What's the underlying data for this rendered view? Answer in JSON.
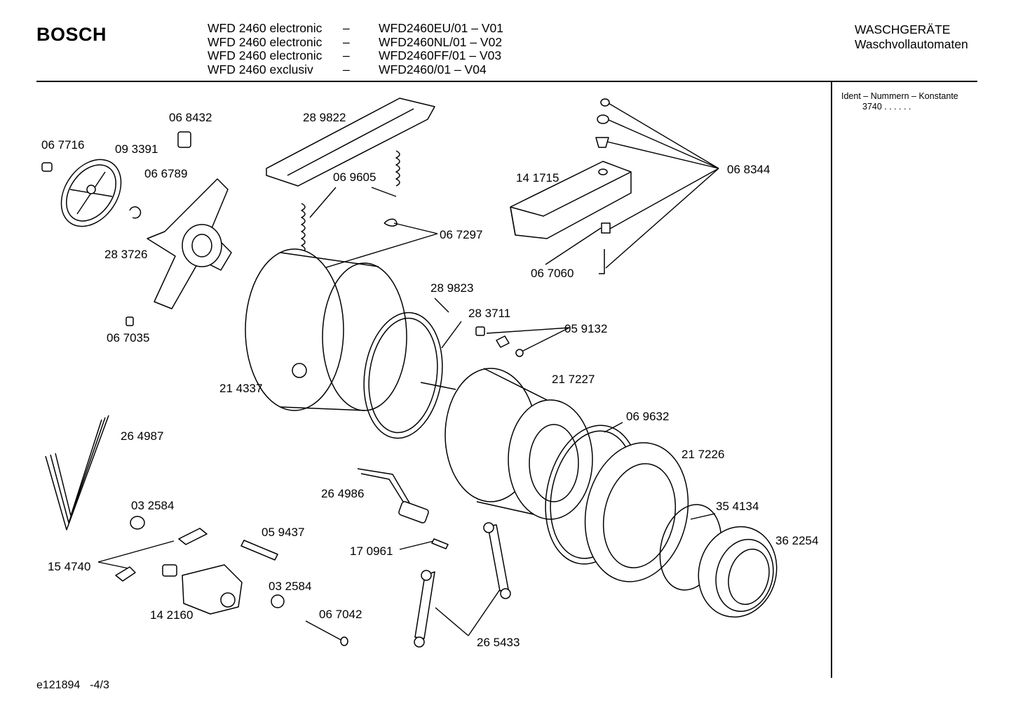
{
  "header": {
    "brand": "BOSCH",
    "models": [
      {
        "name": "WFD 2460 electronic",
        "dash": "–",
        "code": "WFD2460EU/01 – V01"
      },
      {
        "name": "WFD 2460 electronic",
        "dash": "–",
        "code": "WFD2460NL/01 – V02"
      },
      {
        "name": "WFD 2460 electronic",
        "dash": "–",
        "code": "WFD2460FF/01 – V03"
      },
      {
        "name": "WFD 2460 exclusiv",
        "dash": "–",
        "code": "WFD2460/01 – V04"
      }
    ],
    "category_line1": "WASCHGERÄTE",
    "category_line2": "Waschvollautomaten"
  },
  "sidebar": {
    "ident_title": "Ident – Nummern – Konstante",
    "ident_value": "3740 . . . . . ."
  },
  "parts": {
    "p068432": "06 8432",
    "p289822": "28 9822",
    "p067716": "06 7716",
    "p093391": "09 3391",
    "p066789": "06 6789",
    "p069605": "06 9605",
    "p141715": "14 1715",
    "p068344": "06 8344",
    "p067297": "06 7297",
    "p283726": "28 3726",
    "p067060": "06 7060",
    "p289823": "28 9823",
    "p283711": "28 3711",
    "p059132": "05 9132",
    "p067035": "06 7035",
    "p217227": "21 7227",
    "p214337": "21 4337",
    "p069632": "06 9632",
    "p264987": "26 4987",
    "p217226": "21 7226",
    "p264986": "26 4986",
    "p032584a": "03 2584",
    "p354134": "35 4134",
    "p362254": "36 2254",
    "p059437": "05 9437",
    "p170961": "17 0961",
    "p154740": "15 4740",
    "p032584b": "03 2584",
    "p142160": "14 2160",
    "p067042": "06 7042",
    "p265433": "26 5433"
  },
  "footer": {
    "doc_id": "e121894",
    "page": "-4/3"
  }
}
